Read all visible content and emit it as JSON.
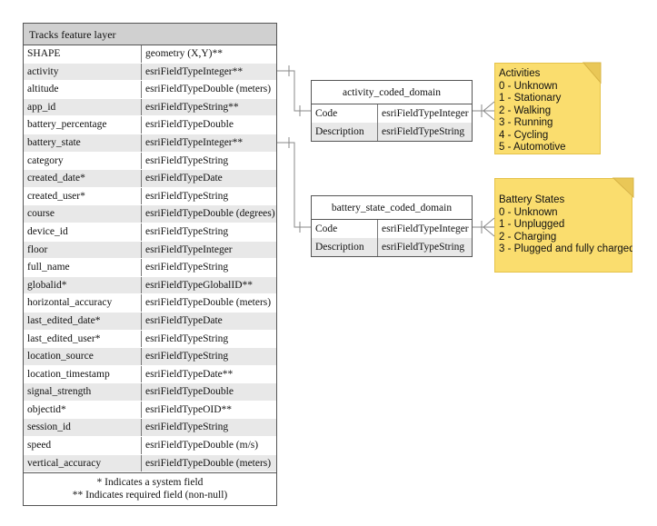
{
  "main_table": {
    "title": "Tracks feature layer",
    "rows": [
      {
        "name": "SHAPE",
        "type": "geometry (X,Y)**"
      },
      {
        "name": "activity",
        "type": "esriFieldTypeInteger**"
      },
      {
        "name": "altitude",
        "type": "esriFieldTypeDouble (meters)"
      },
      {
        "name": "app_id",
        "type": "esriFieldTypeString**"
      },
      {
        "name": "battery_percentage",
        "type": "esriFieldTypeDouble"
      },
      {
        "name": "battery_state",
        "type": "esriFieldTypeInteger**"
      },
      {
        "name": "category",
        "type": "esriFieldTypeString"
      },
      {
        "name": "created_date*",
        "type": "esriFieldTypeDate"
      },
      {
        "name": "created_user*",
        "type": "esriFieldTypeString"
      },
      {
        "name": "course",
        "type": "esriFieldTypeDouble (degrees)"
      },
      {
        "name": "device_id",
        "type": "esriFieldTypeString"
      },
      {
        "name": "floor",
        "type": "esriFieldTypeInteger"
      },
      {
        "name": "full_name",
        "type": "esriFieldTypeString"
      },
      {
        "name": "globalid*",
        "type": "esriFieldTypeGlobalID**"
      },
      {
        "name": "horizontal_accuracy",
        "type": "esriFieldTypeDouble (meters)"
      },
      {
        "name": "last_edited_date*",
        "type": "esriFieldTypeDate"
      },
      {
        "name": "last_edited_user*",
        "type": "esriFieldTypeString"
      },
      {
        "name": "location_source",
        "type": "esriFieldTypeString"
      },
      {
        "name": "location_timestamp",
        "type": "esriFieldTypeDate**"
      },
      {
        "name": "signal_strength",
        "type": "esriFieldTypeDouble"
      },
      {
        "name": "objectid*",
        "type": "esriFieldTypeOID**"
      },
      {
        "name": "session_id",
        "type": "esriFieldTypeString"
      },
      {
        "name": "speed",
        "type": "esriFieldTypeDouble (m/s)"
      },
      {
        "name": "vertical_accuracy",
        "type": "esriFieldTypeDouble (meters)"
      }
    ],
    "footer_line1": "* Indicates a system field",
    "footer_line2": "** Indicates required field (non-null)"
  },
  "activity_domain": {
    "title": "activity_coded_domain",
    "rows": [
      {
        "name": "Code",
        "type": "esriFieldTypeInteger"
      },
      {
        "name": "Description",
        "type": "esriFieldTypeString"
      }
    ]
  },
  "battery_domain": {
    "title": "battery_state_coded_domain",
    "rows": [
      {
        "name": "Code",
        "type": "esriFieldTypeInteger"
      },
      {
        "name": "Description",
        "type": "esriFieldTypeString"
      }
    ]
  },
  "activity_note": {
    "title": "Activities",
    "lines": [
      "0 - Unknown",
      "1 - Stationary",
      "2 - Walking",
      "3 - Running",
      "4 - Cycling",
      "5 - Automotive"
    ]
  },
  "battery_note": {
    "title": "Battery States",
    "lines": [
      "0 - Unknown",
      "1 - Unplugged",
      "2 - Charging",
      "3 - Plugged and fully charged"
    ]
  },
  "colors": {
    "note_fill": "#fadd6e",
    "header_fill": "#d0d0d0",
    "alt_row": "#e8e8e8",
    "connector": "#888888"
  }
}
